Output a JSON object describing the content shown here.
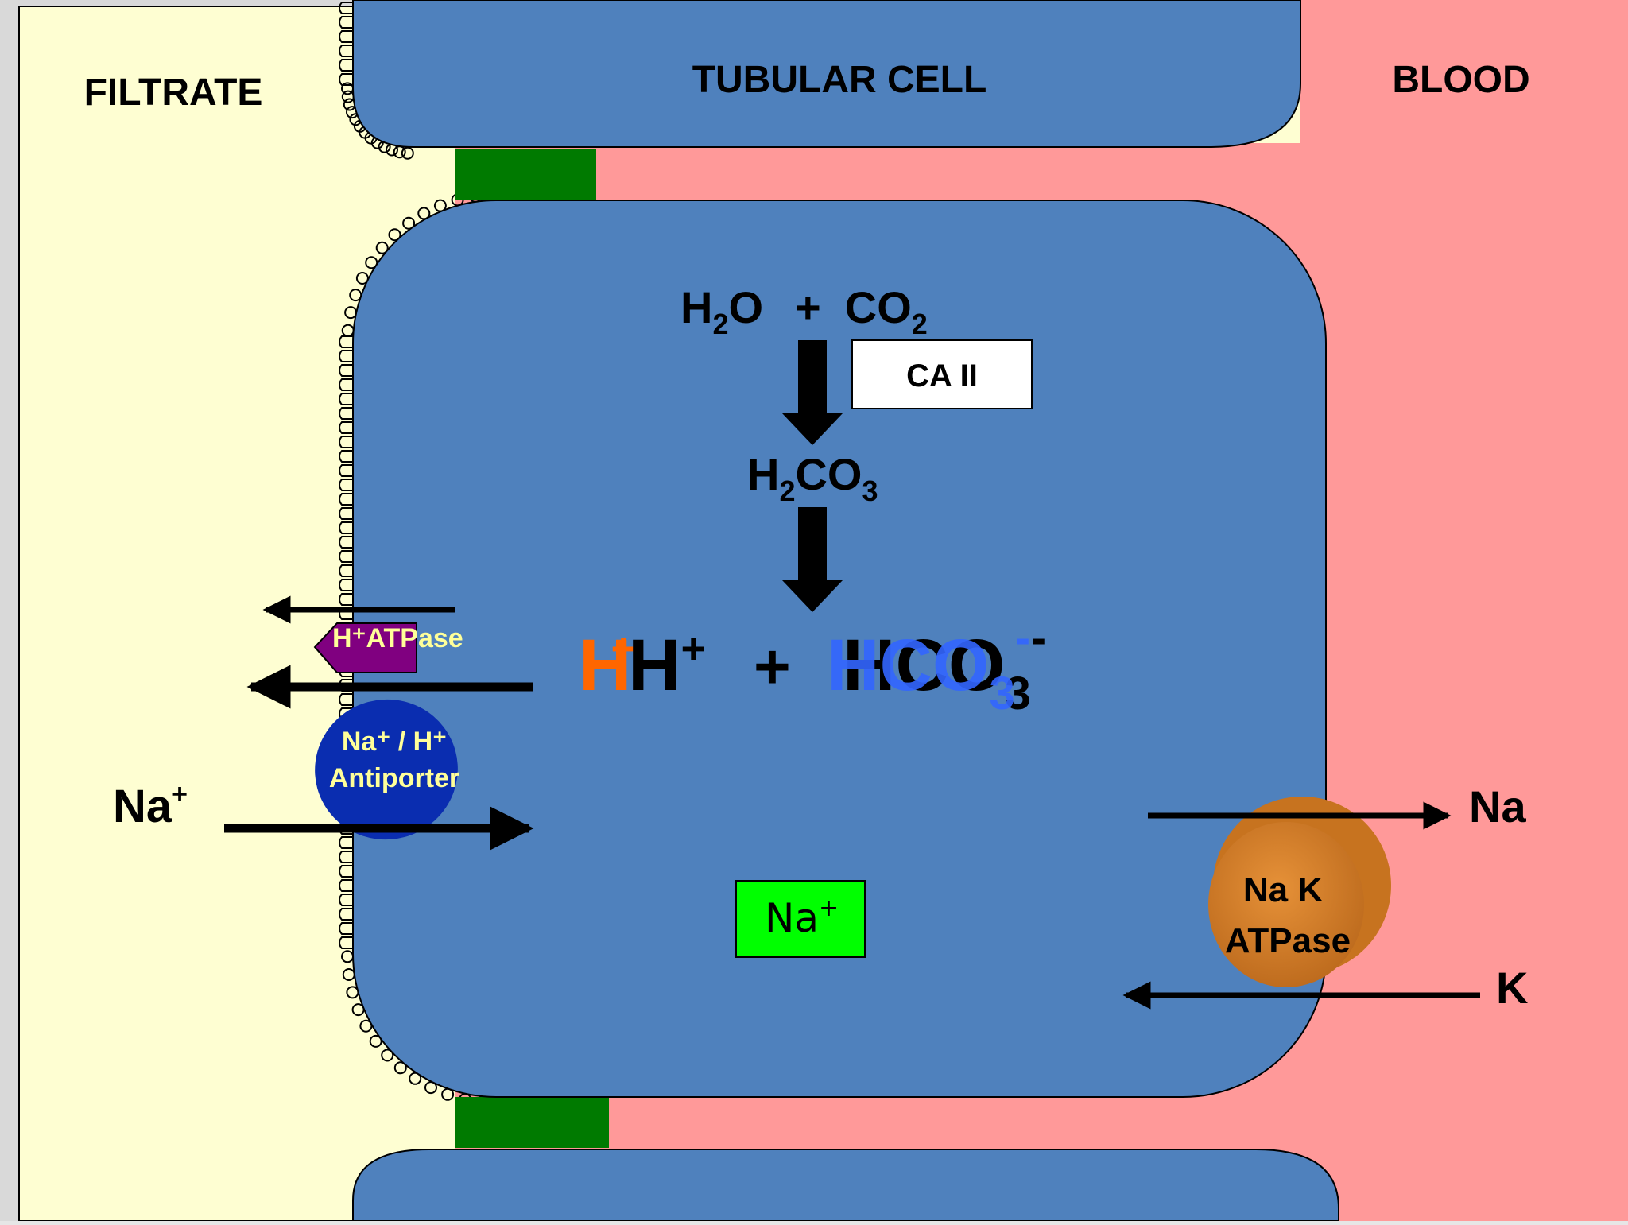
{
  "regions": {
    "filtrate": "FILTRATE",
    "tubular_cell": "TUBULAR CELL",
    "blood": "BLOOD"
  },
  "reaction": {
    "h2o": "H",
    "h2o_sub": "2",
    "h2o_tail": "O",
    "plus": "+",
    "co2": "CO",
    "co2_sub": "2",
    "enzyme": "CA II",
    "h2co3_h": "H",
    "h2co3_sub": "2",
    "h2co3_co": "CO",
    "h2co3_sub2": "3",
    "h_plus_base": "H",
    "h_plus_sup": "+",
    "plus2": "+",
    "hco3_base": "HCO",
    "hco3_sub": "3",
    "hco3_sup": "-"
  },
  "transporters": {
    "h_atpase": "H⁺ATPase",
    "antiporter_line1": "Na⁺ / H⁺",
    "antiporter_line2": "Antiporter",
    "nak_line1": "Na K",
    "nak_line2": "ATPase"
  },
  "ions": {
    "na_filtrate": "Na",
    "na_filtrate_sup": "+",
    "na_cell": "Na",
    "na_cell_sup": "+",
    "na_blood": "Na",
    "k_blood": "K"
  },
  "colors": {
    "filtrate": "#fefed2",
    "blood": "#ff9999",
    "cell": "#4f81bd",
    "tight_junction": "#007a00",
    "h_atpase": "#800080",
    "antiporter": "#0a2db0",
    "nak_pump": "#d9822b",
    "na_box": "#00ff00",
    "orange_h": "#ff6600",
    "blue_hco3": "#3366ff",
    "transporter_text": "#ffff99"
  }
}
